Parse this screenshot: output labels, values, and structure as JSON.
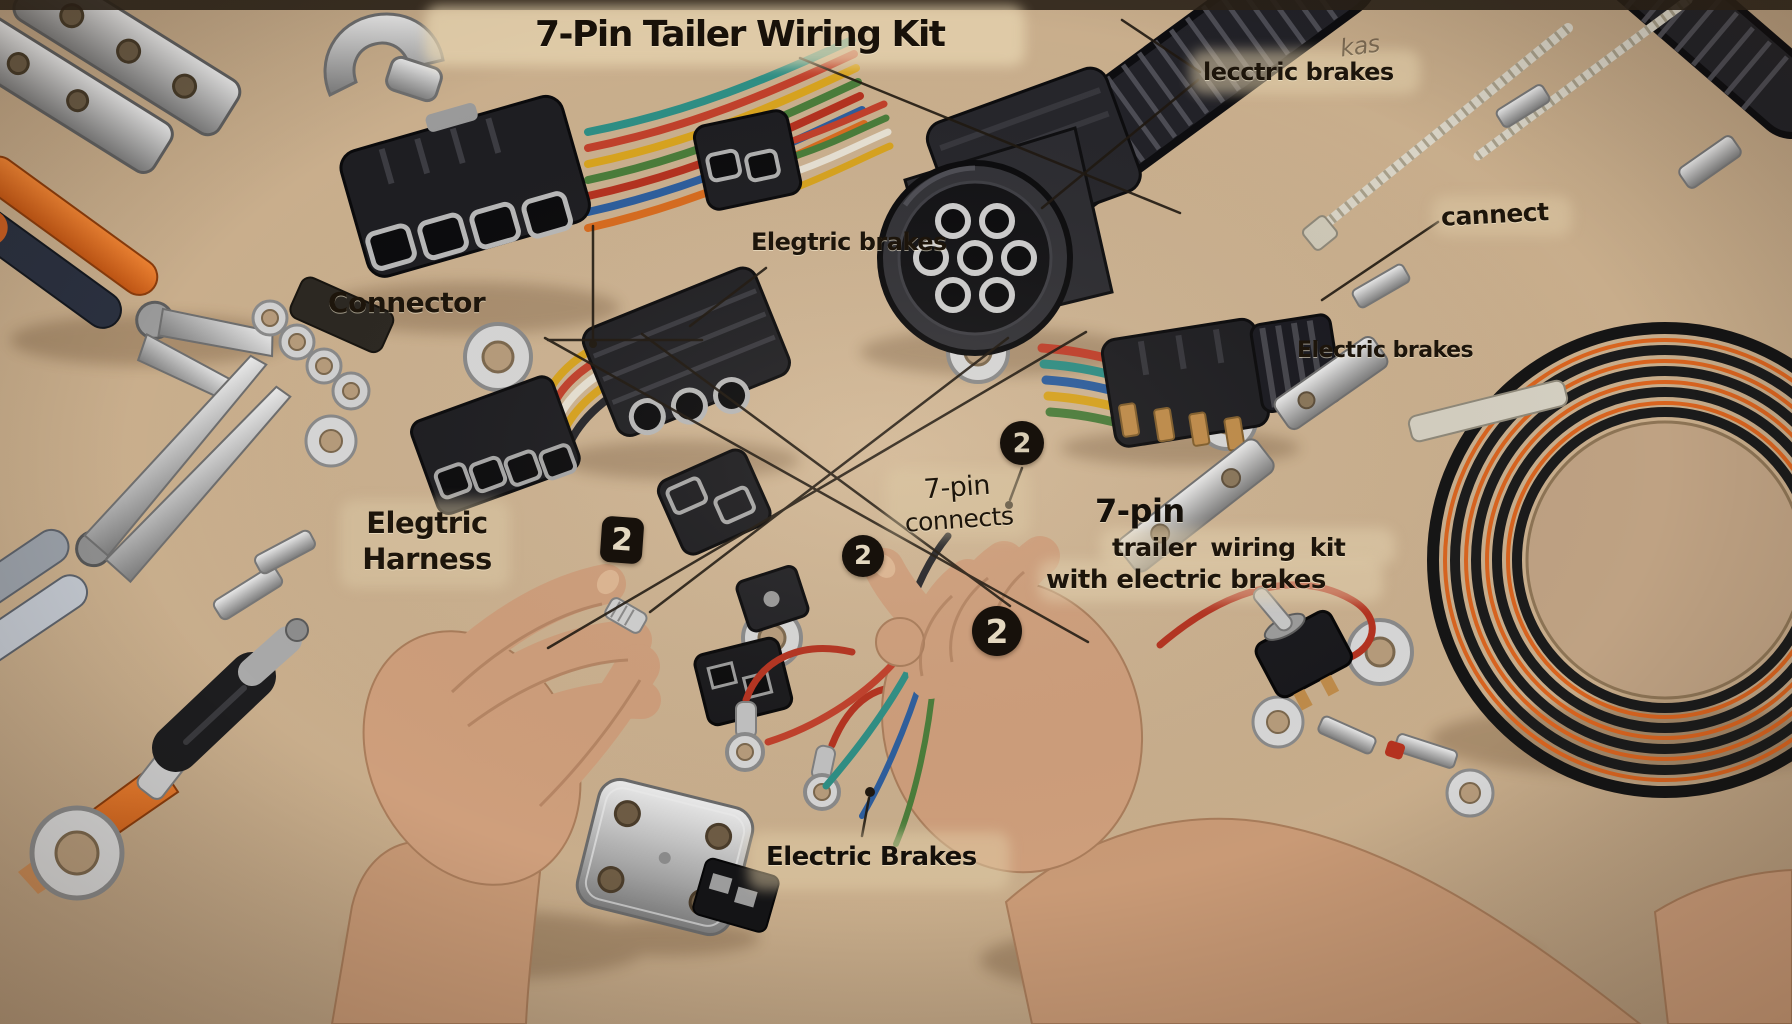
{
  "title": "7-Pin Tailer Wiring Kit",
  "labels": {
    "electric_brakes_top_right": "lecctric brakes",
    "scribble_top_right": "kas",
    "cannect": "cannect",
    "connector": "Connector",
    "electric_brakes_mid": "Elegtric brakes",
    "electric_harness_line1": "Elegtric",
    "electric_harness_line2": "Harness",
    "pin_connects_line1": "7-pin",
    "pin_connects_line2": "connects",
    "kit_title_line1": "7-pin",
    "kit_title_line2": "trailer wiring kit",
    "kit_title_line3": "with electric brakes",
    "electric_brakes_right": "Electric brakes",
    "electric_brakes_bottom": "Electric Brakes"
  },
  "badges": [
    {
      "n": "2",
      "shape": "square"
    },
    {
      "n": "2",
      "shape": "circle"
    },
    {
      "n": "2",
      "shape": "circle"
    },
    {
      "n": "2",
      "shape": "circle"
    }
  ],
  "colors": {
    "background": "#c9ae8c",
    "ink": "#1d150b",
    "connector_black": "#1b1b1e",
    "metal": "#c9c9c9",
    "tool_orange": "#d9641f",
    "wire_red": "#c2402b",
    "wire_yellow": "#d9a41e",
    "wire_green": "#4a7d3a",
    "wire_teal": "#2e8f85",
    "wire_blue": "#2d5e9e",
    "skin": "#cf9f7c"
  }
}
